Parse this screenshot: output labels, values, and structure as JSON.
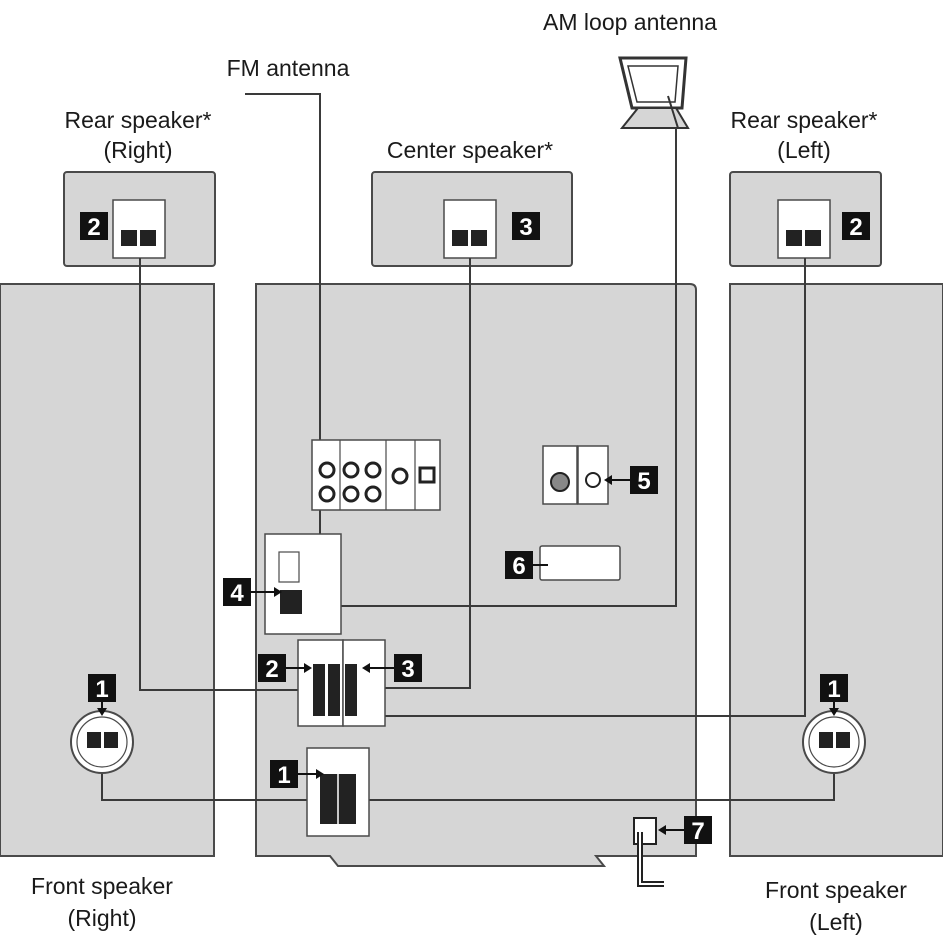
{
  "labels": {
    "am_antenna": "AM loop antenna",
    "fm_antenna": "FM antenna",
    "rear_right_1": "Rear speaker*",
    "rear_right_2": "(Right)",
    "center": "Center speaker*",
    "rear_left_1": "Rear speaker*",
    "rear_left_2": "(Left)",
    "front_right_1": "Front speaker",
    "front_right_2": "(Right)",
    "front_left_1": "Front speaker",
    "front_left_2": "(Left)"
  },
  "badges": {
    "rear_right": "2",
    "center": "3",
    "rear_left": "2",
    "antenna_terminal": "4",
    "terminal_5": "5",
    "terminal_6": "6",
    "unit_rear": "2",
    "unit_center": "3",
    "front_right": "1",
    "front_left": "1",
    "unit_front": "1",
    "power_cord": "7"
  }
}
